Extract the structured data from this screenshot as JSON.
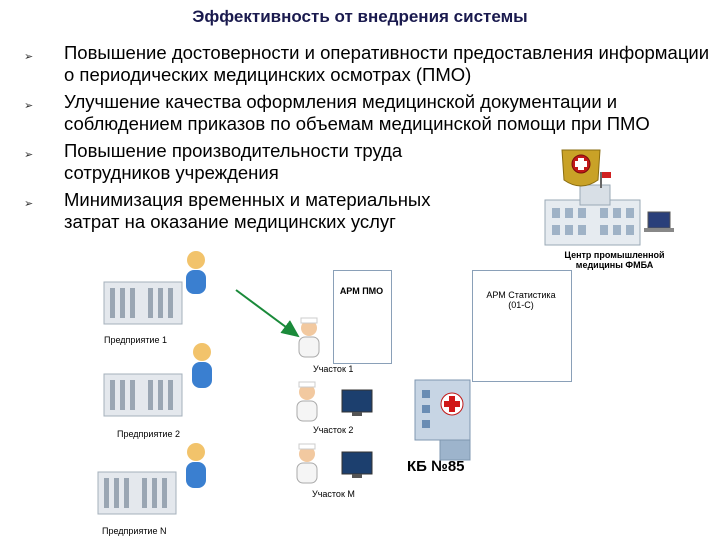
{
  "title": "Эффективность от внедрения системы",
  "bullets": [
    "Повышение достоверности и оперативности предоставления информации о периодических медицинских осмотрах (ПМО)",
    "Улучшение качества оформления медицинской документации и соблюдением приказов по объемам медицинской помощи при ПМО",
    "Повышение производительности труда сотрудников учреждения",
    "Минимизация временных и материальных затрат на оказание медицинских услуг"
  ],
  "diagram": {
    "center": "Центр промышленной медицины ФМБА",
    "arm_pmo": "АРМ ПМО",
    "arm_stat": "АРМ Статистика (01-С)",
    "enterprises": [
      "Предприятие 1",
      "Предприятие 2",
      "Предприятие N"
    ],
    "sites": [
      "Участок 1",
      "Участок 2",
      "Участок М"
    ],
    "hospital": "КБ №85"
  }
}
